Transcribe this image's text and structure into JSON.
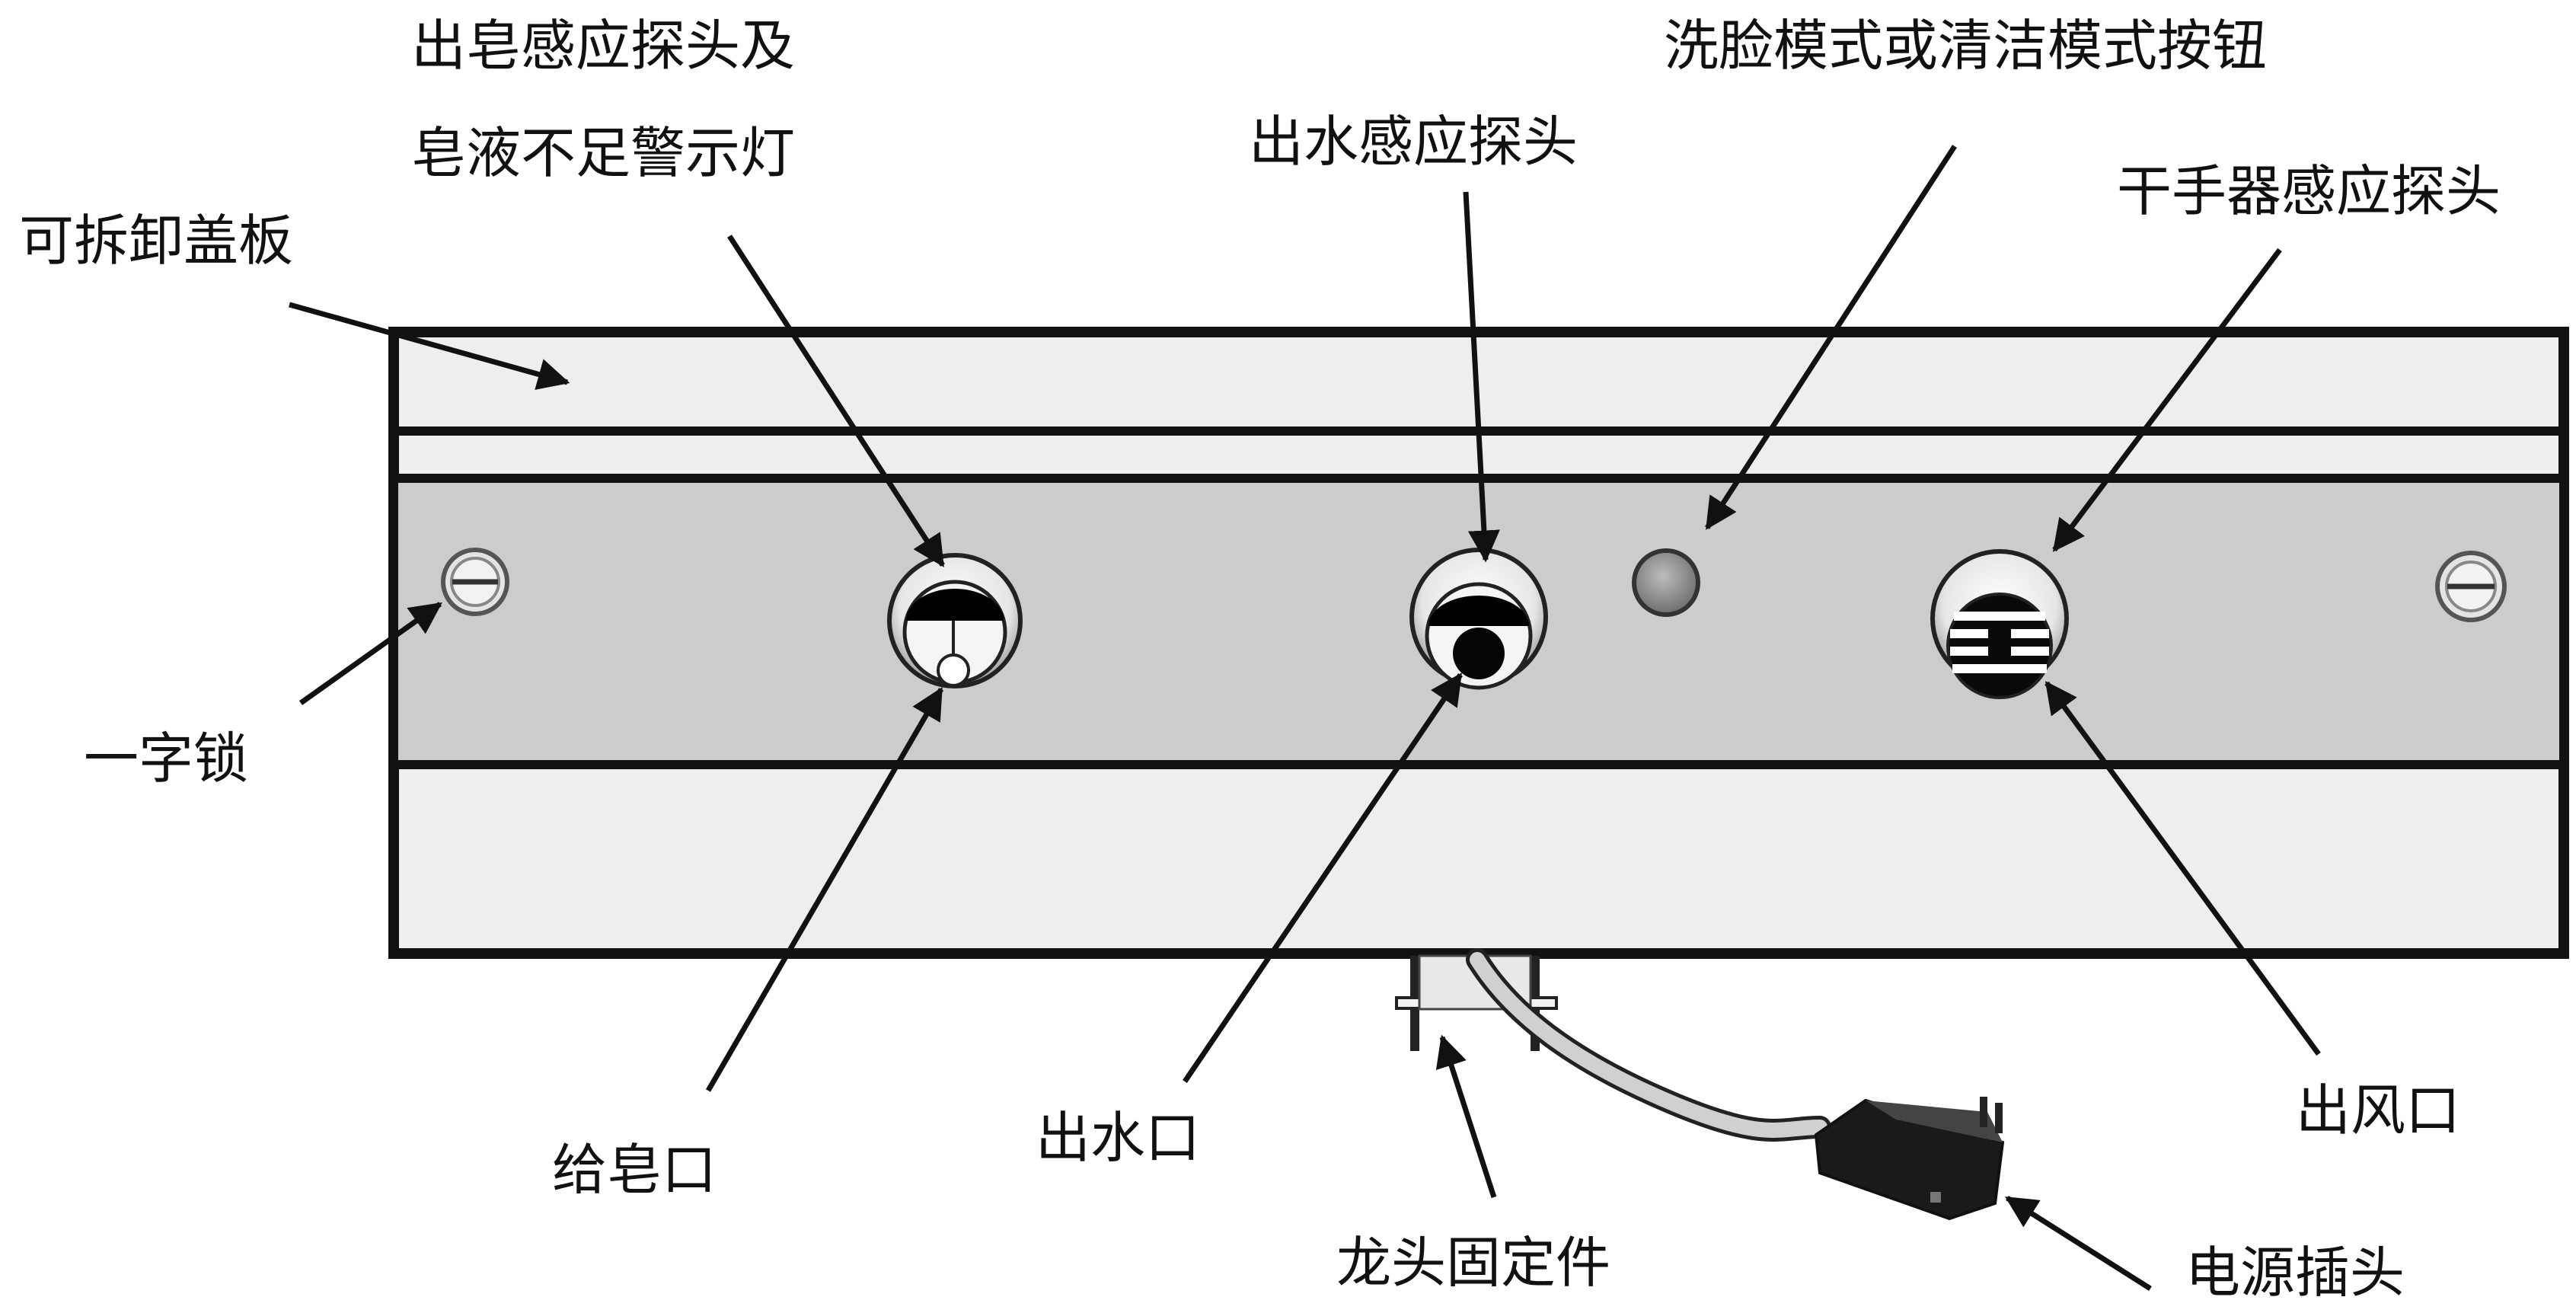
{
  "labels": {
    "soap_sensor_line1": "出皂感应探头及",
    "soap_sensor_line2": "皂液不足警示灯",
    "removable_cover": "可拆卸盖板",
    "slot_lock": "一字锁",
    "water_sensor": "出水感应探头",
    "mode_button": "洗脸模式或清洁模式按钮",
    "dryer_sensor": "干手器感应探头",
    "soap_outlet": "给皂口",
    "water_outlet": "出水口",
    "faucet_fixture": "龙头固定件",
    "air_outlet": "出风口",
    "power_plug": "电源插头"
  },
  "colors": {
    "outline": "#111111",
    "panel_light": "#eeeeee",
    "panel_band": "#cccccc",
    "background": "#ffffff"
  }
}
